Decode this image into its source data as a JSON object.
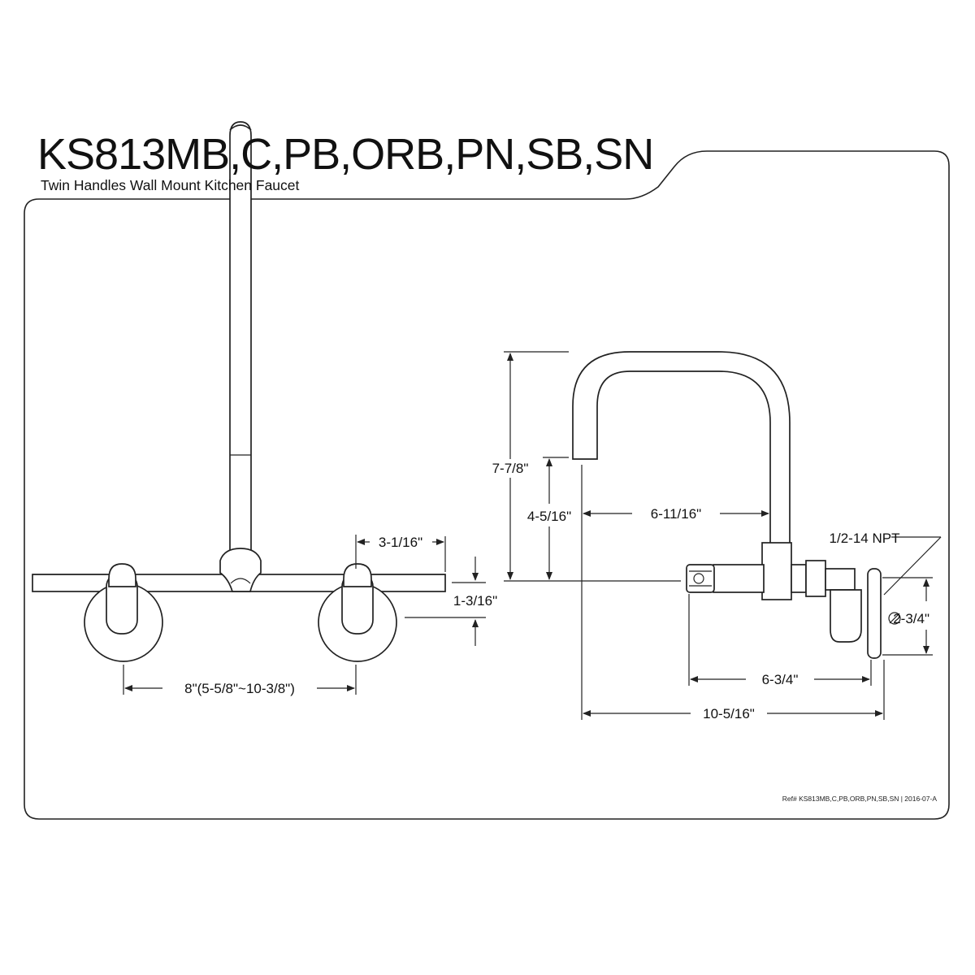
{
  "header": {
    "model": "KS813MB,C,PB,ORB,PN,SB,SN",
    "description": "Twin Handles Wall Mount Kitchen Faucet"
  },
  "front_view": {
    "dim_handle_to_end": "3-1/16\"",
    "dim_arm_height": "1-3/16\"",
    "dim_center_spread": "8\"(5-5/8\"~10-3/8\")"
  },
  "side_view": {
    "dim_total_height": "7-7/8\"",
    "dim_spout_height": "4-5/16\"",
    "dim_spout_reach": "6-11/16\"",
    "dim_thread": "1/2-14 NPT",
    "dim_flange_diameter": "2-3/4\"",
    "dim_body_length": "6-3/4\"",
    "dim_total_length": "10-5/16\""
  },
  "footer": {
    "reference": "Ref# KS813MB,C,PB,ORB,PN,SB,SN | 2016-07-A"
  }
}
